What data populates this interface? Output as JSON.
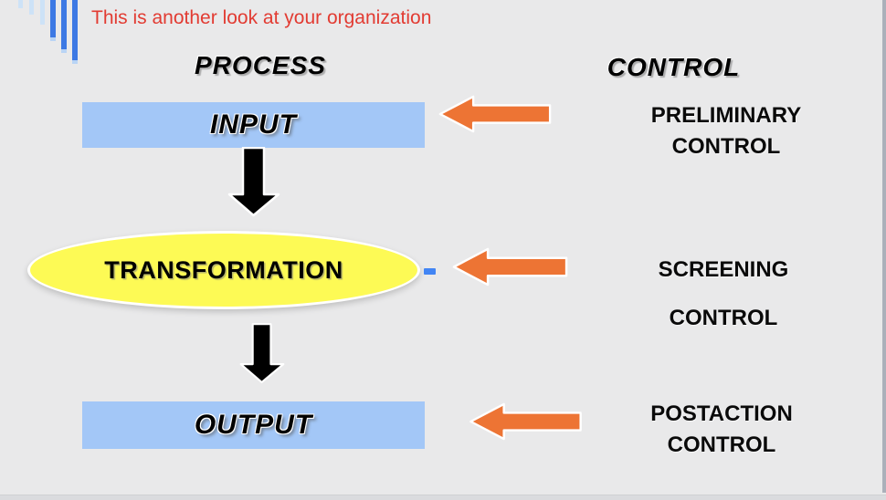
{
  "slide": {
    "title": "This is another look at your organization",
    "process_heading": "PROCESS",
    "control_heading": "CONTROL",
    "flow": {
      "input_label": "INPUT",
      "transformation_label": "TRANSFORMATION",
      "output_label": "OUTPUT"
    },
    "controls": [
      {
        "line1": "PRELIMINARY",
        "line2": "CONTROL"
      },
      {
        "line1": "SCREENING",
        "line2": "CONTROL"
      },
      {
        "line1": "POSTACTION",
        "line2": "CONTROL"
      }
    ],
    "icons": {
      "flow_connectors": "down-arrow-icon",
      "control_pointers": "left-arrow-icon",
      "top_left": "vertical-bars-decoration"
    },
    "colors": {
      "background": "#e9e9ea",
      "title_red": "#e23b32",
      "box_blue": "#a3c7f7",
      "ellipse_yellow": "#fdfa55",
      "arrow_orange": "#ed7434",
      "arrow_black": "#000000",
      "bar_blue": "#3d79e4",
      "bar_light_blue": "#cde2f7",
      "selection_dash_blue": "#4285f4",
      "edge_gray": "#abb0ba"
    }
  }
}
